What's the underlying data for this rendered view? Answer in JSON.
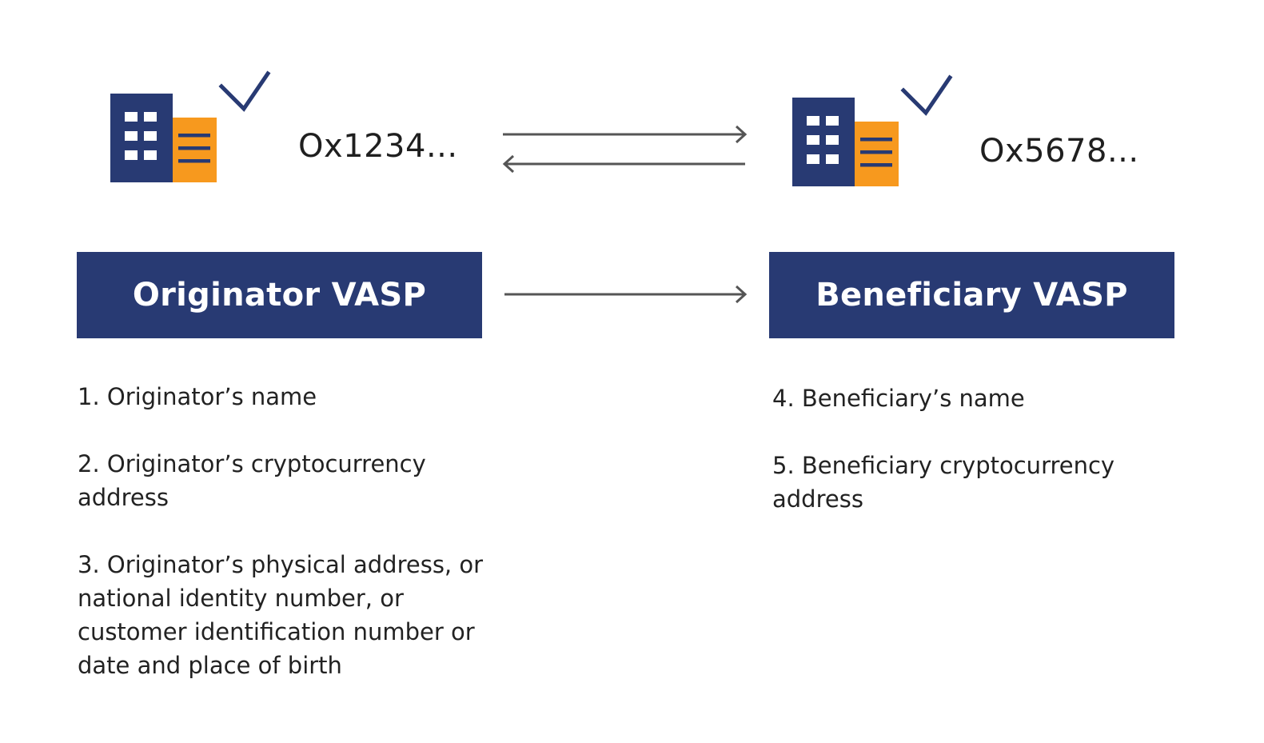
{
  "colors": {
    "navy": "#283a73",
    "orange": "#f7991e",
    "arrow": "#555555",
    "text": "#222222"
  },
  "originator": {
    "icon": "building-check-icon",
    "address": "Ox1234...",
    "box_label": "Originator VASP",
    "items": [
      "1. Originator’s name",
      "2. Originator’s cryptocurrency address",
      "3. Originator’s physical address, or national identity number, or customer identification number or date and place of birth"
    ]
  },
  "beneficiary": {
    "icon": "building-check-icon",
    "address": "Ox5678...",
    "box_label": "Beneficiary VASP",
    "items": [
      "4. Beneficiary’s name",
      "5. Beneficiary cryptocurrency address"
    ]
  },
  "arrows": {
    "top_pair": [
      "arrow-right-icon",
      "arrow-left-icon"
    ],
    "middle": "arrow-right-icon"
  }
}
